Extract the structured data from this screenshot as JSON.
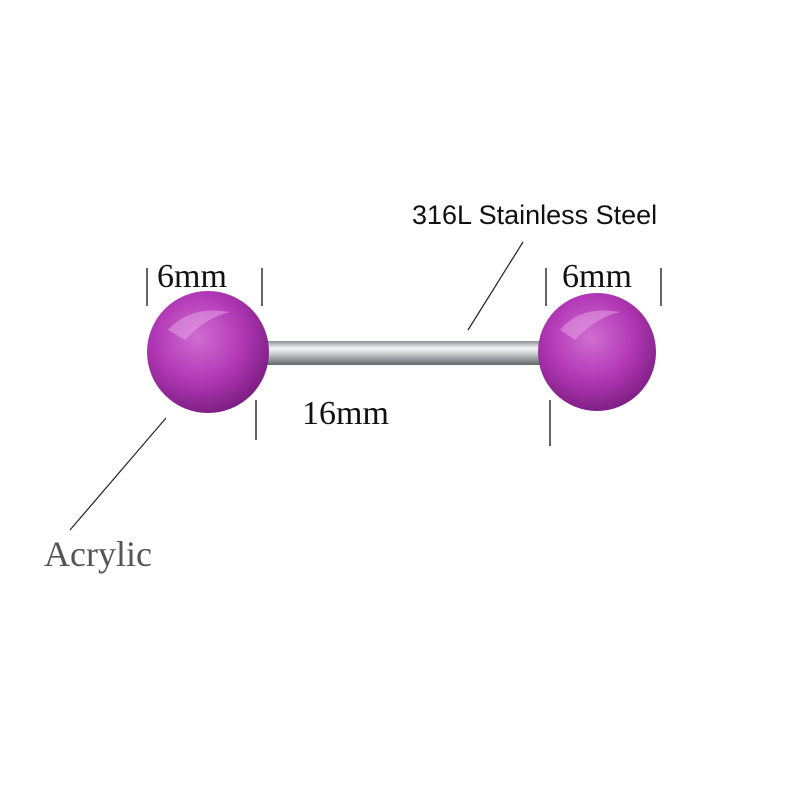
{
  "labels": {
    "left_ball_size": "6mm",
    "right_ball_size": "6mm",
    "bar_length": "16mm",
    "bar_material": "316L Stainless Steel",
    "ball_material": "Acrylic"
  },
  "colors": {
    "ball": "#b23ab5",
    "ball_light": "#d574d3",
    "ball_dark": "#7d1f82",
    "bar_light": "#eceef0",
    "bar_mid": "#b4b8bc",
    "bar_dark": "#6d7378",
    "line": "#222222"
  }
}
